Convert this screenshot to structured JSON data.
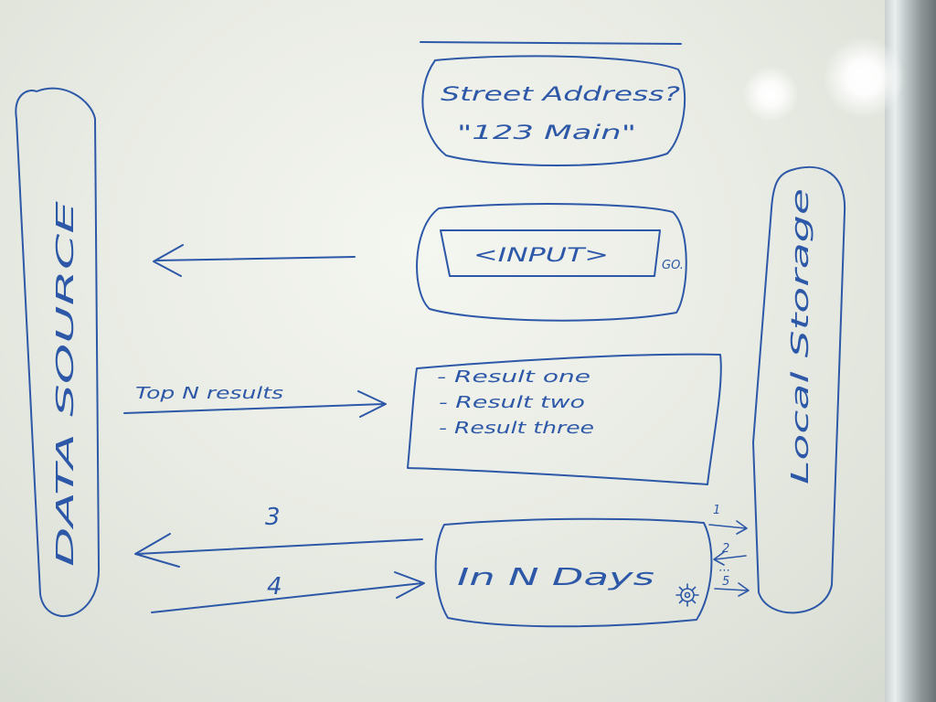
{
  "diagram": {
    "data_source_label": "DATA SOURCE",
    "local_storage_label": "Local Storage",
    "street_address_title": "Street Address?",
    "street_address_example": "\"123 Main\"",
    "input_label": "<INPUT>",
    "go_label": "GO.",
    "top_n_label": "Top N results",
    "results": [
      "- Result one",
      "- Result two",
      "- Result three"
    ],
    "in_n_days_label": "In N Days",
    "arrow_label_3": "3",
    "arrow_label_4": "4",
    "storage_step_1": "1",
    "storage_step_2": "2",
    "storage_step_5": "5",
    "ellipsis": "⋯",
    "gear_icon": "gear-icon",
    "ink_color": "#2d58a8"
  }
}
